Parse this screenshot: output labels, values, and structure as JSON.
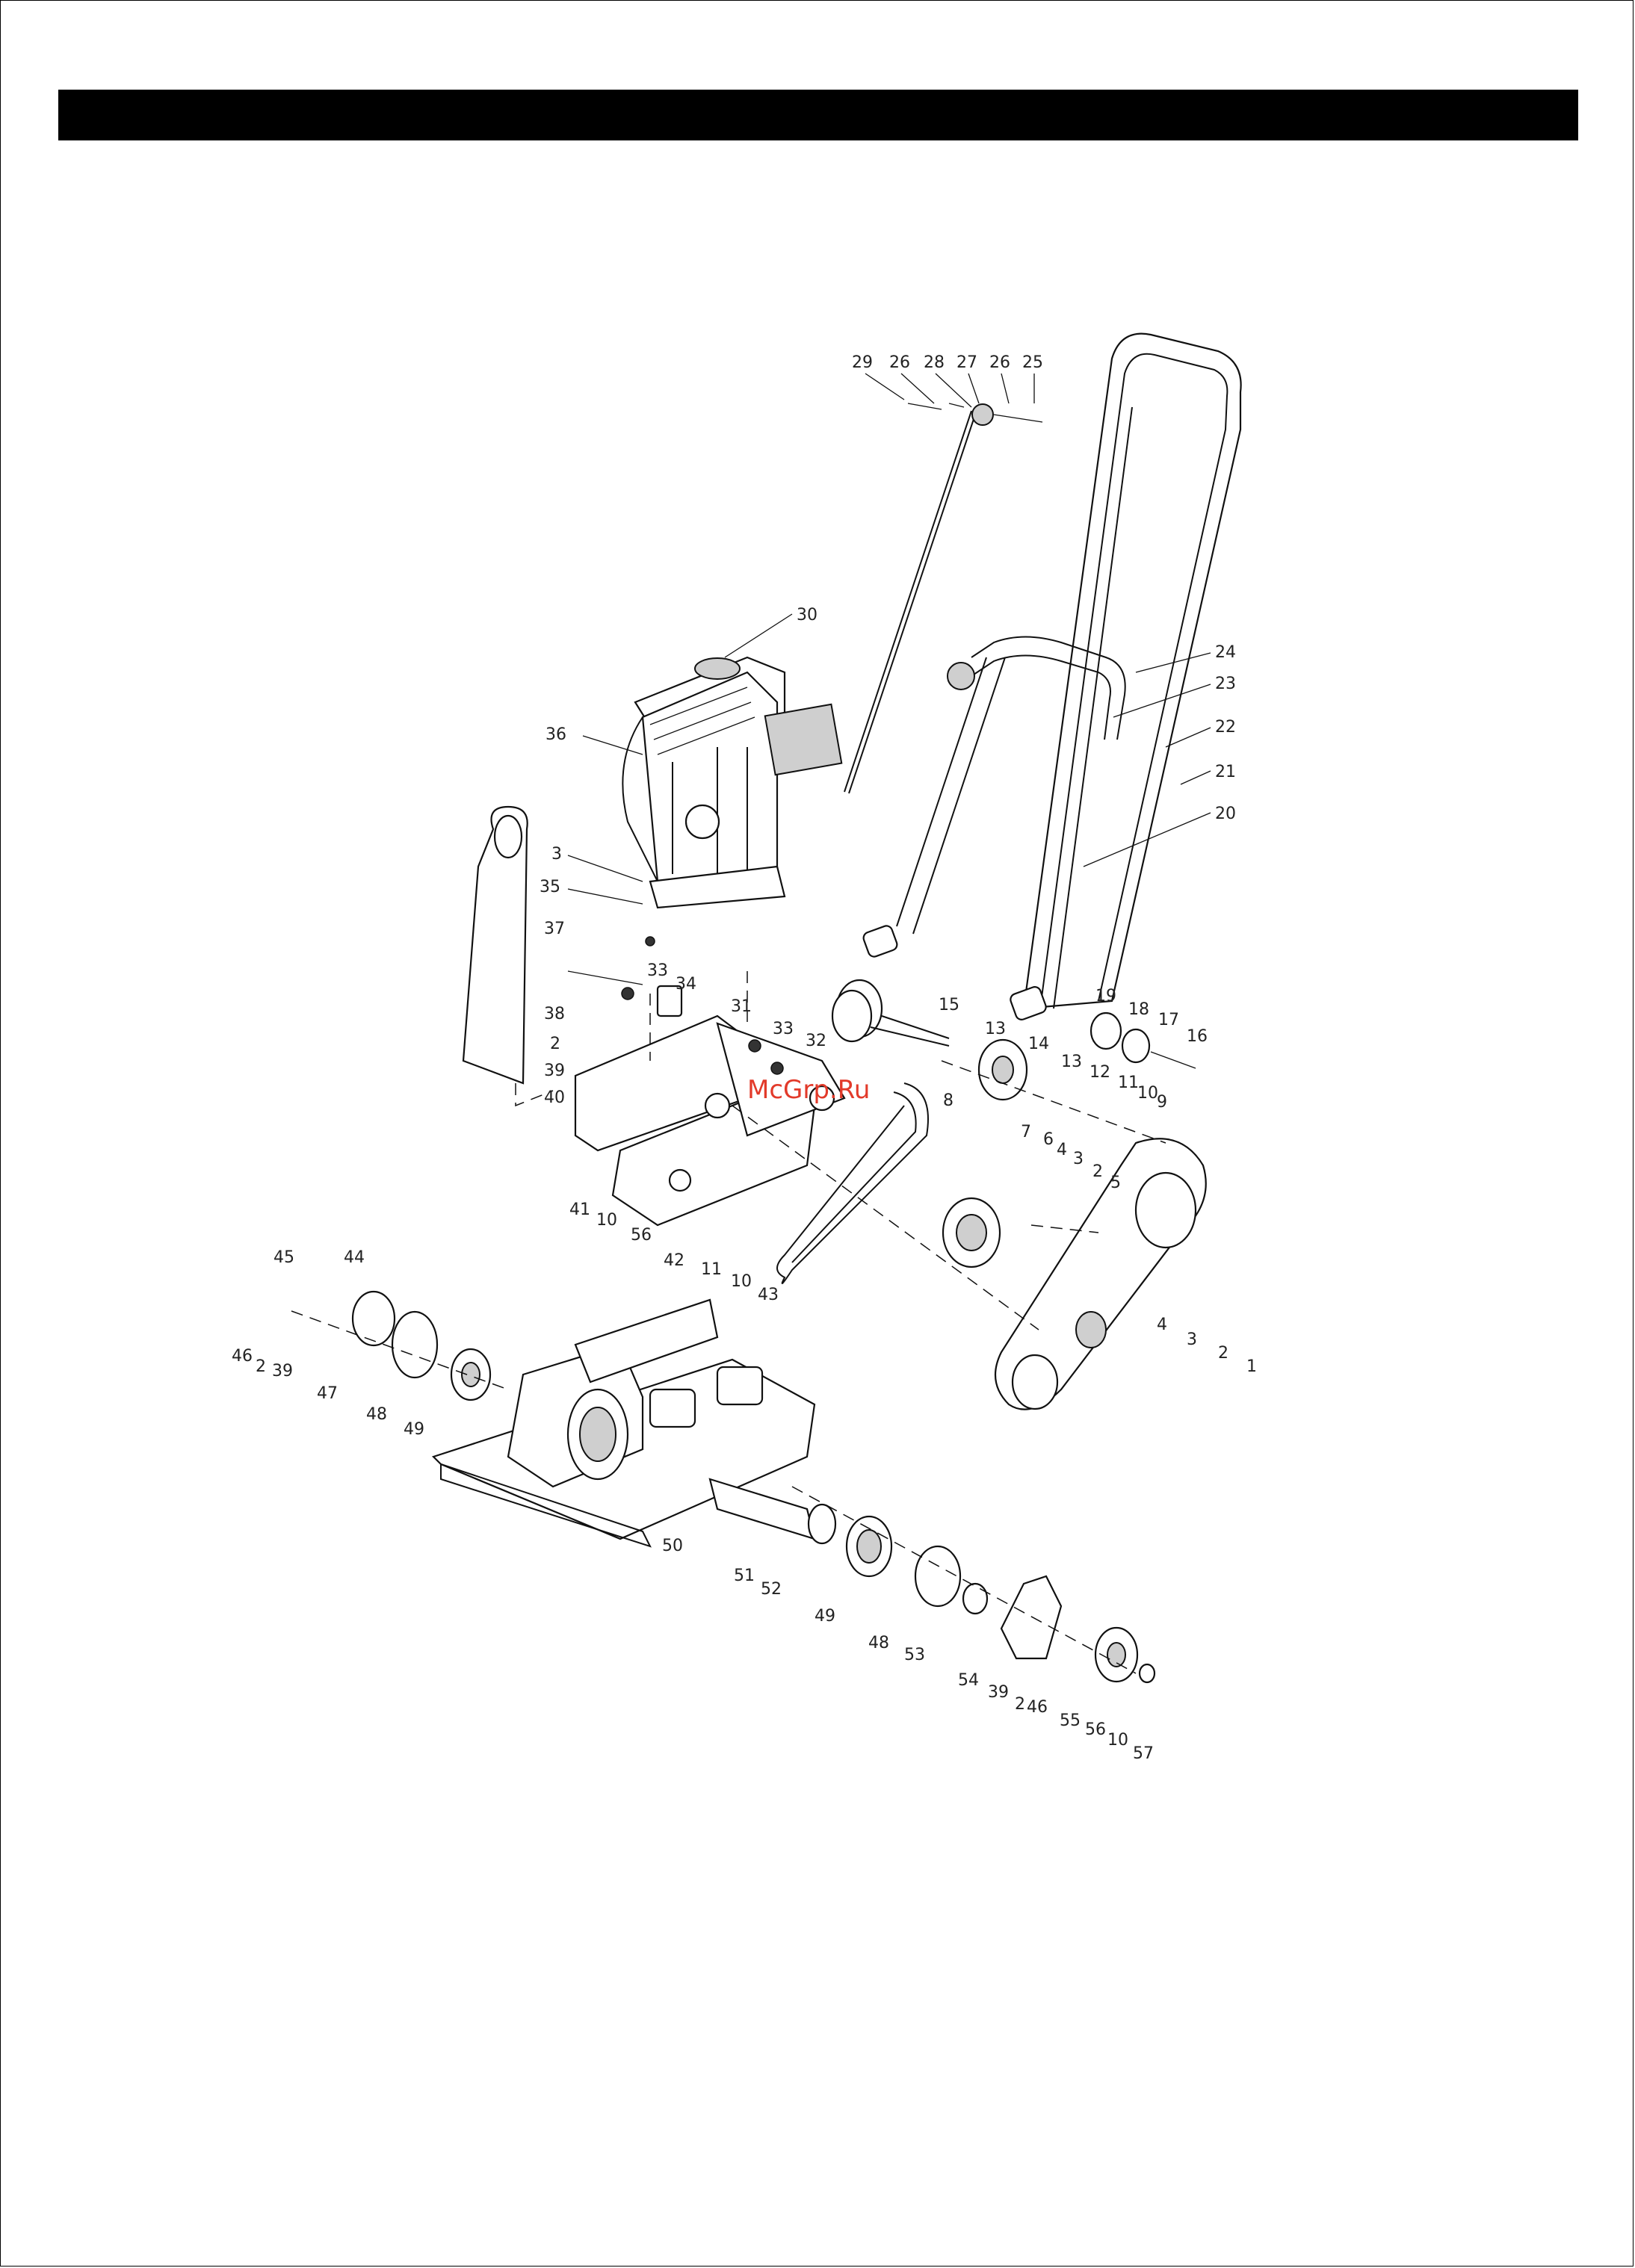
{
  "watermark": "McGrp.Ru",
  "labels": [
    {
      "id": "1",
      "text": "1"
    },
    {
      "id": "2a",
      "text": "2"
    },
    {
      "id": "3a",
      "text": "3"
    },
    {
      "id": "4a",
      "text": "4"
    },
    {
      "id": "5",
      "text": "5"
    },
    {
      "id": "2b",
      "text": "2"
    },
    {
      "id": "3b",
      "text": "3"
    },
    {
      "id": "4b",
      "text": "4"
    },
    {
      "id": "6",
      "text": "6"
    },
    {
      "id": "7",
      "text": "7"
    },
    {
      "id": "8",
      "text": "8"
    },
    {
      "id": "9",
      "text": "9"
    },
    {
      "id": "10a",
      "text": "10"
    },
    {
      "id": "11a",
      "text": "11"
    },
    {
      "id": "12",
      "text": "12"
    },
    {
      "id": "13a",
      "text": "13"
    },
    {
      "id": "13b",
      "text": "13"
    },
    {
      "id": "14",
      "text": "14"
    },
    {
      "id": "15",
      "text": "15"
    },
    {
      "id": "16",
      "text": "16"
    },
    {
      "id": "17",
      "text": "17"
    },
    {
      "id": "18",
      "text": "18"
    },
    {
      "id": "19",
      "text": "19"
    },
    {
      "id": "20",
      "text": "20"
    },
    {
      "id": "21",
      "text": "21"
    },
    {
      "id": "22",
      "text": "22"
    },
    {
      "id": "23",
      "text": "23"
    },
    {
      "id": "24",
      "text": "24"
    },
    {
      "id": "25",
      "text": "25"
    },
    {
      "id": "26a",
      "text": "26"
    },
    {
      "id": "27",
      "text": "27"
    },
    {
      "id": "28",
      "text": "28"
    },
    {
      "id": "26b",
      "text": "26"
    },
    {
      "id": "29",
      "text": "29"
    },
    {
      "id": "30",
      "text": "30"
    },
    {
      "id": "36",
      "text": "36"
    },
    {
      "id": "3c",
      "text": "3"
    },
    {
      "id": "35",
      "text": "35"
    },
    {
      "id": "37",
      "text": "37"
    },
    {
      "id": "33a",
      "text": "33"
    },
    {
      "id": "34",
      "text": "34"
    },
    {
      "id": "38",
      "text": "38"
    },
    {
      "id": "2c",
      "text": "2"
    },
    {
      "id": "39a",
      "text": "39"
    },
    {
      "id": "40",
      "text": "40"
    },
    {
      "id": "31",
      "text": "31"
    },
    {
      "id": "33b",
      "text": "33"
    },
    {
      "id": "32",
      "text": "32"
    },
    {
      "id": "41",
      "text": "41"
    },
    {
      "id": "10b",
      "text": "10"
    },
    {
      "id": "56a",
      "text": "56"
    },
    {
      "id": "42",
      "text": "42"
    },
    {
      "id": "11b",
      "text": "11"
    },
    {
      "id": "10c",
      "text": "10"
    },
    {
      "id": "43",
      "text": "43"
    },
    {
      "id": "45",
      "text": "45"
    },
    {
      "id": "44",
      "text": "44"
    },
    {
      "id": "46a",
      "text": "46"
    },
    {
      "id": "2d",
      "text": "2"
    },
    {
      "id": "39b",
      "text": "39"
    },
    {
      "id": "47",
      "text": "47"
    },
    {
      "id": "48a",
      "text": "48"
    },
    {
      "id": "49a",
      "text": "49"
    },
    {
      "id": "50",
      "text": "50"
    },
    {
      "id": "51",
      "text": "51"
    },
    {
      "id": "52",
      "text": "52"
    },
    {
      "id": "49b",
      "text": "49"
    },
    {
      "id": "48b",
      "text": "48"
    },
    {
      "id": "53",
      "text": "53"
    },
    {
      "id": "54",
      "text": "54"
    },
    {
      "id": "39c",
      "text": "39"
    },
    {
      "id": "2e",
      "text": "2"
    },
    {
      "id": "46b",
      "text": "46"
    },
    {
      "id": "55",
      "text": "55"
    },
    {
      "id": "56b",
      "text": "56"
    },
    {
      "id": "10d",
      "text": "10"
    },
    {
      "id": "57",
      "text": "57"
    }
  ]
}
